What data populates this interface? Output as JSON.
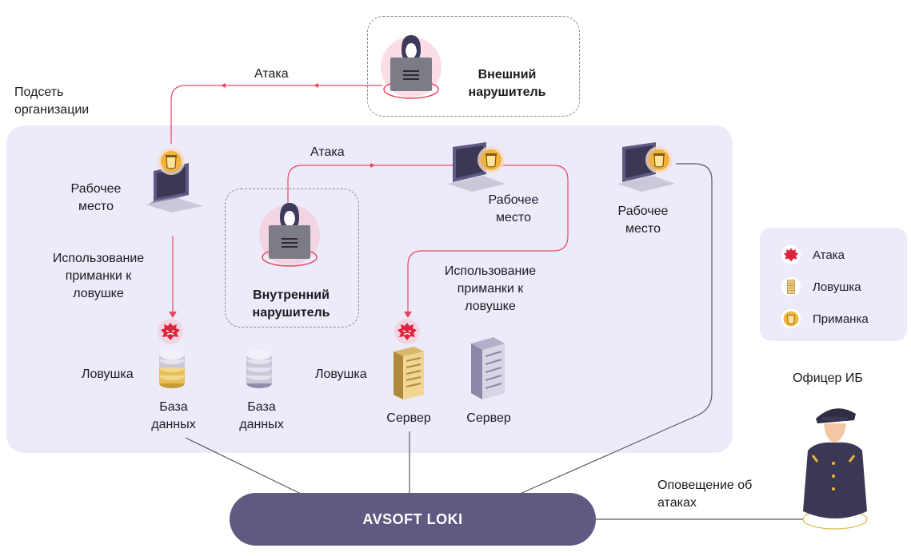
{
  "subnet_label": "Подсеть\nорганизации",
  "external": {
    "label": "Внешний\nнарушитель",
    "attack_label": "Атака"
  },
  "internal": {
    "label": "Внутренний\nнарушитель",
    "attack_label": "Атака"
  },
  "workstations": [
    {
      "label": "Рабочее\nместо",
      "icon": "laptop-with-bait"
    },
    {
      "label": "Рабочее\nместо",
      "icon": "laptop-with-bait"
    },
    {
      "label": "Рабочее\nместо",
      "icon": "laptop-with-bait"
    }
  ],
  "bait_usage": [
    "Использование\nприманки к\nловушке",
    "Использование\nприманки к\nловушке"
  ],
  "trap_labels": [
    "Ловушка",
    "Ловушка"
  ],
  "databases": [
    "База\nданных",
    "База\nданных"
  ],
  "servers": [
    "Сервер",
    "Сервер"
  ],
  "platform": "AVSOFT LOKI",
  "officer": {
    "label": "Офицер ИБ",
    "notify_label": "Оповещение об\nатаках"
  },
  "legend": [
    {
      "label": "Атака",
      "icon": "attack-icon"
    },
    {
      "label": "Ловушка",
      "icon": "trap-icon"
    },
    {
      "label": "Приманка",
      "icon": "bait-icon"
    }
  ],
  "colors": {
    "attack": "#e8475f",
    "bait": "#f0b43a",
    "platform": "#5e5a82",
    "subnet": "#ecebfa",
    "trap": "#e9cd88"
  }
}
